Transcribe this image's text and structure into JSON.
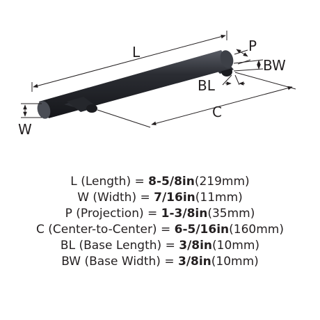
{
  "diagram": {
    "labels": {
      "length": "L",
      "projection": "P",
      "base_width": "BW",
      "base_length": "BL",
      "center_to_center": "C",
      "width": "W"
    }
  },
  "specs": [
    {
      "abbr": "L",
      "desc": "(Length) =",
      "imperial": "8-5/8in",
      "metric": "(219mm)"
    },
    {
      "abbr": "W",
      "desc": "(Width) =",
      "imperial": "7/16in",
      "metric": "(11mm)"
    },
    {
      "abbr": "P",
      "desc": "(Projection) =",
      "imperial": "1-3/8in",
      "metric": "(35mm)"
    },
    {
      "abbr": "C",
      "desc": "(Center-to-Center) =",
      "imperial": "6-5/16in",
      "metric": "(160mm)"
    },
    {
      "abbr": "BL",
      "desc": "(Base Length) =",
      "imperial": "3/8in",
      "metric": "(10mm)"
    },
    {
      "abbr": "BW",
      "desc": "(Base Width) =",
      "imperial": "3/8in",
      "metric": "(10mm)"
    }
  ],
  "colors": {
    "product": "#2b2d33",
    "line": "#231f20"
  }
}
